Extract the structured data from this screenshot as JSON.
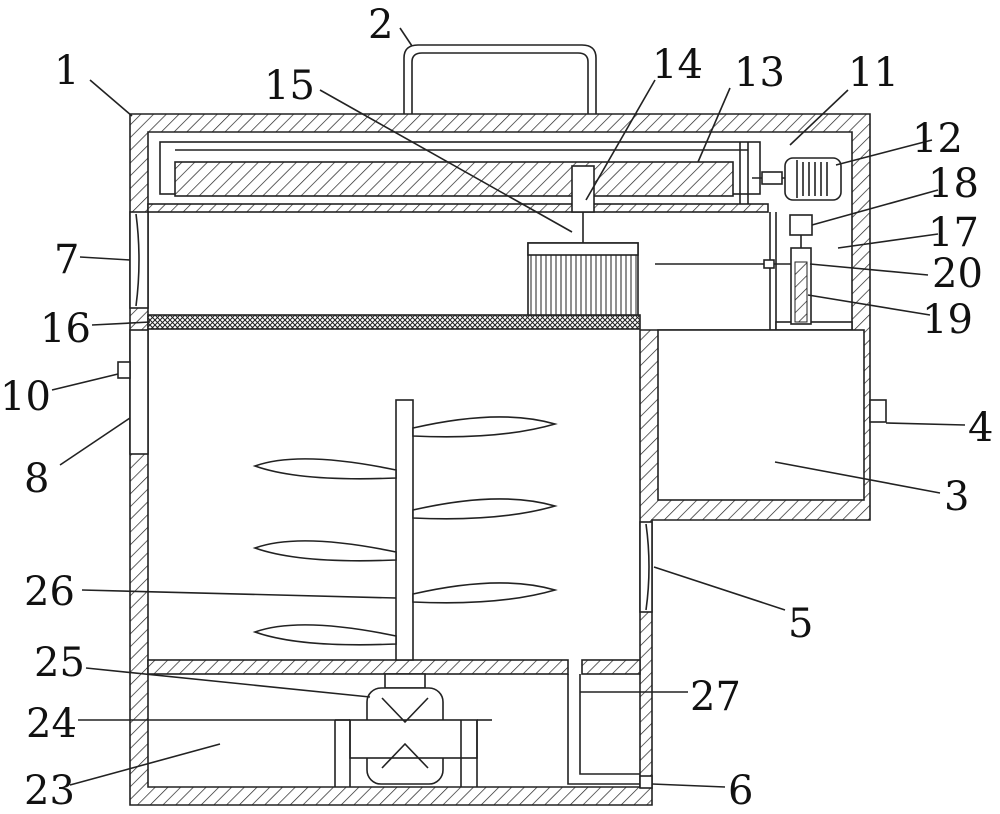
{
  "labels": {
    "l1": "1",
    "l2": "2",
    "l3": "3",
    "l4": "4",
    "l5": "5",
    "l6": "6",
    "l7": "7",
    "l8": "8",
    "l10": "10",
    "l11": "11",
    "l12": "12",
    "l13": "13",
    "l14": "14",
    "l15": "15",
    "l16": "16",
    "l17": "17",
    "l18": "18",
    "l19": "19",
    "l20": "20",
    "l23": "23",
    "l24": "24",
    "l25": "25",
    "l26": "26",
    "l27": "27"
  }
}
